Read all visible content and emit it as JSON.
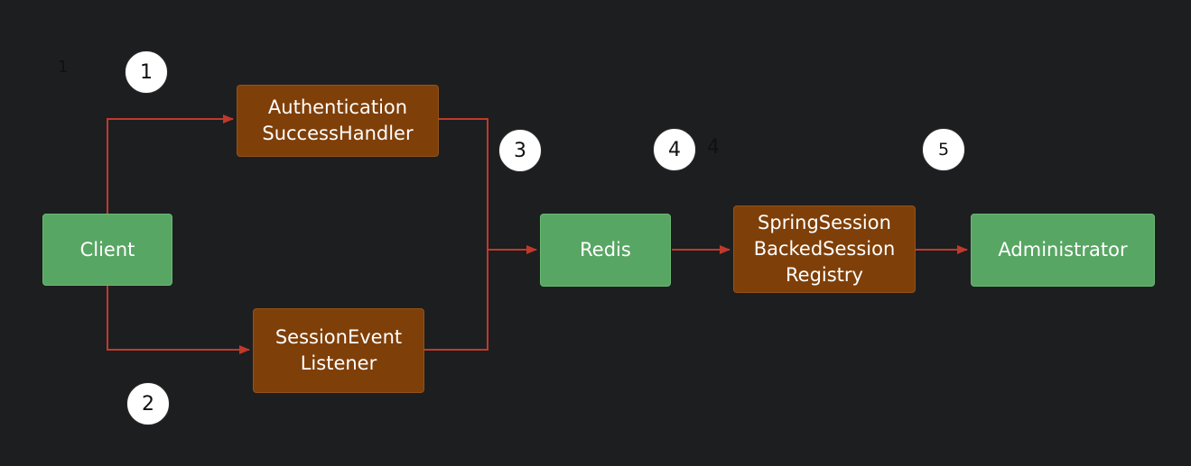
{
  "colors": {
    "background": "#1d1e20",
    "green_node": "#58a663",
    "brown_node": "#7f3f08",
    "arrow": "#c0392b",
    "badge": "#ffffff"
  },
  "nodes": {
    "client": "Client",
    "auth_handler": "Authentication\nSuccessHandler",
    "session_listener": "SessionEvent\nListener",
    "redis": "Redis",
    "registry": "SpringSession\nBackedSession\nRegistry",
    "administrator": "Administrator"
  },
  "badges": {
    "b1": "1",
    "b2": "2",
    "b3": "3",
    "b4": "4",
    "b5": "5"
  },
  "labels": {
    "label_1": "1",
    "label_4": "4"
  }
}
